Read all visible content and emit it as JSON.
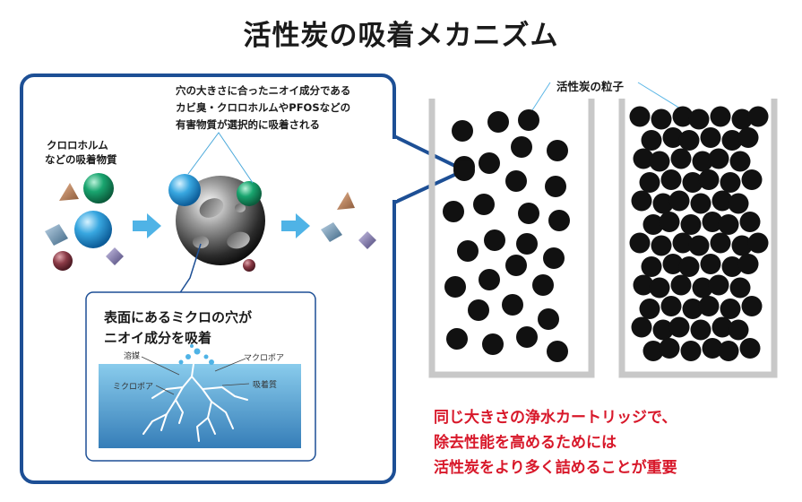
{
  "title": "活性炭の吸着メカニズム",
  "pore_caption": [
    "穴の大きさに合ったニオイ成分である",
    "カビ臭・クロロホルムやPFOSなどの",
    "有害物質が選択的に吸着される"
  ],
  "adsorbed_label": [
    "クロロホルム",
    "などの吸着物質"
  ],
  "inset": {
    "title": [
      "表面にあるミクロの穴が",
      "ニオイ成分を吸着"
    ],
    "labels": {
      "solvent": "溶媒",
      "macropore": "マクロポア",
      "micropore": "ミクロポア",
      "adsorbate": "吸着質"
    }
  },
  "grain_label": "活性炭の粒子",
  "conclusion": [
    "同じ大きさの浄水カートリッジで、",
    "除去性能を高めるためには",
    "活性炭をより多く詰めることが重要"
  ],
  "colors": {
    "panel_border": "#1d4f95",
    "arrow": "#4fb3e6",
    "conclusion_text": "#d8182a",
    "particle": "#111111"
  }
}
